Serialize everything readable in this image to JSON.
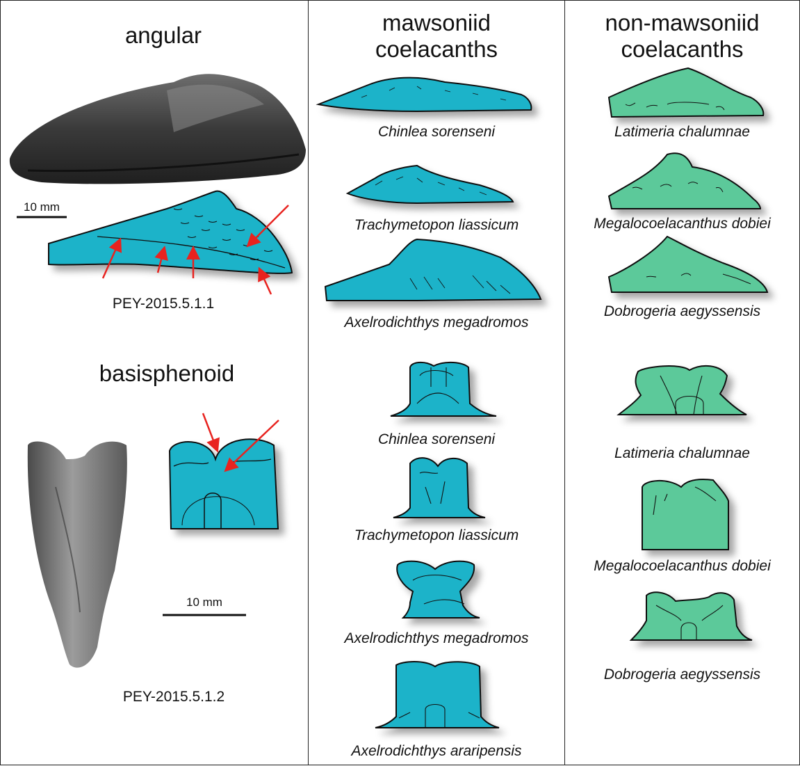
{
  "headers": {
    "angular": "angular",
    "basisphenoid": "basisphenoid",
    "mawsoniid_line1": "mawsoniid",
    "mawsoniid_line2": "coelacanths",
    "non_mawsoniid_line1": "non-mawsoniid",
    "non_mawsoniid_line2": "coelacanths"
  },
  "specimens": {
    "angular_id": "PEY-2015.5.1.1",
    "basisphenoid_id": "PEY-2015.5.1.2"
  },
  "scale_bars": {
    "angular": "10 mm",
    "basisphenoid": "10 mm"
  },
  "mawsoniid": {
    "angular": [
      "Chinlea sorenseni",
      "Trachymetopon liassicum",
      "Axelrodichthys megadromos"
    ],
    "basisphenoid": [
      "Chinlea sorenseni",
      "Trachymetopon liassicum",
      "Axelrodichthys megadromos",
      "Axelrodichthys araripensis"
    ]
  },
  "non_mawsoniid": {
    "angular": [
      "Latimeria chalumnae",
      "Megalocoelacanthus dobiei",
      "Dobrogeria aegyssensis"
    ],
    "basisphenoid": [
      "Latimeria chalumnae",
      "Megalocoelacanthus dobiei",
      "Dobrogeria aegyssensis"
    ]
  },
  "colors": {
    "mawsoniid_fill": "#1fb3c9",
    "non_mawsoniid_fill": "#5cc99a",
    "arrow": "#e8231f",
    "outline": "#111111"
  }
}
